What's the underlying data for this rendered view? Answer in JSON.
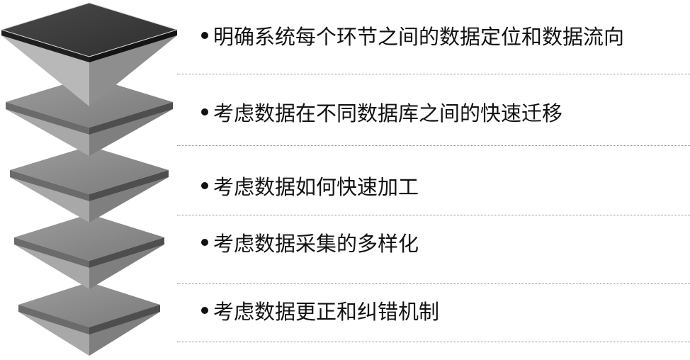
{
  "diagram": {
    "layers": [
      {
        "label": "明确系统每个环节之间的数据定位和数据流向",
        "tone": "dark"
      },
      {
        "label": "考虑数据在不同数据库之间的快速迁移",
        "tone": "gray"
      },
      {
        "label": "考虑数据如何快速加工",
        "tone": "gray"
      },
      {
        "label": "考虑数据采集的多样化",
        "tone": "gray"
      },
      {
        "label": "考虑数据更正和纠错机制",
        "tone": "gray"
      }
    ]
  },
  "colors": {
    "top_layer": "#3f3f3f",
    "layer_top_face": "#8d8d8d",
    "layer_left_face": "#777777",
    "layer_right_face": "#5e5e5e",
    "divider": "#8a8a8a"
  }
}
